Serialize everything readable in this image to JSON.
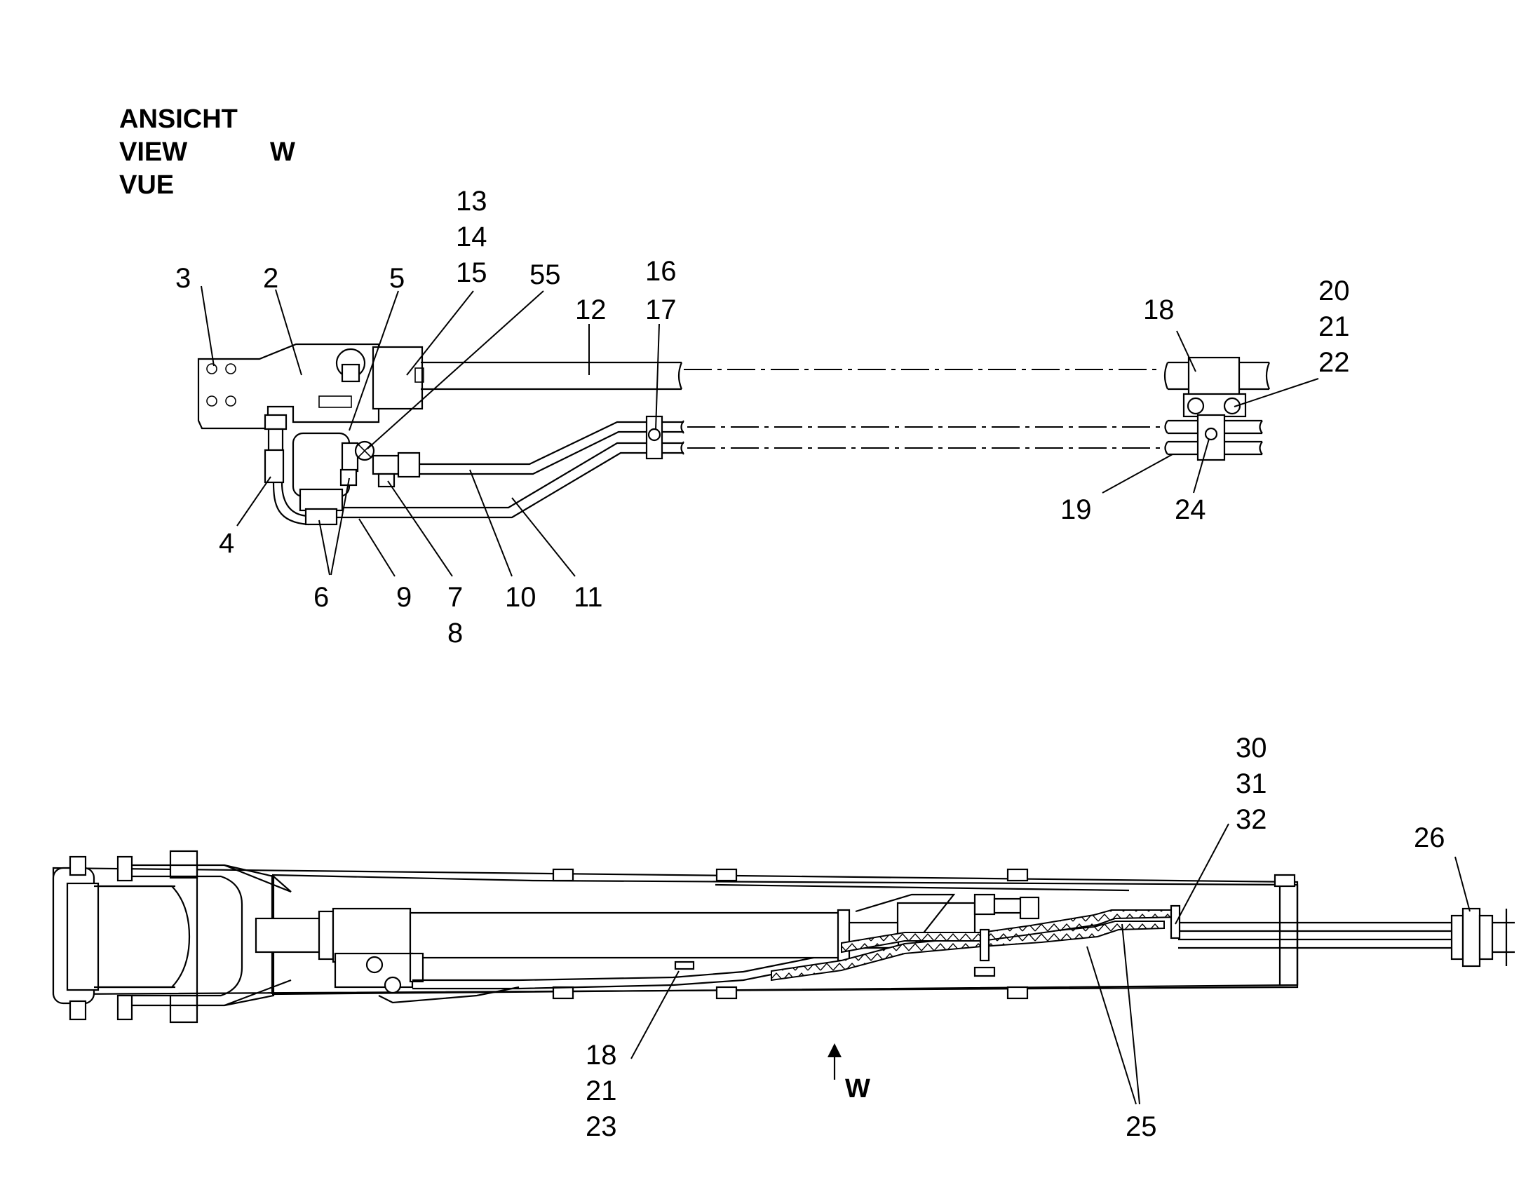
{
  "view_label": {
    "line1": "ANSICHT",
    "line2": "VIEW",
    "line3": "VUE",
    "letter": "W"
  },
  "arrow_label": "W",
  "callouts_top": {
    "c3": "3",
    "c2": "2",
    "c5": "5",
    "c13": "13",
    "c14": "14",
    "c15": "15",
    "c55": "55",
    "c12": "12",
    "c16": "16",
    "c17": "17",
    "c18": "18",
    "c20": "20",
    "c21": "21",
    "c22": "22",
    "c19": "19",
    "c24": "24",
    "c4": "4",
    "c6": "6",
    "c9": "9",
    "c7": "7",
    "c8": "8",
    "c10": "10",
    "c11": "11"
  },
  "callouts_bottom": {
    "c30": "30",
    "c31": "31",
    "c32": "32",
    "c26": "26",
    "c18": "18",
    "c21": "21",
    "c23": "23",
    "c25": "25"
  }
}
